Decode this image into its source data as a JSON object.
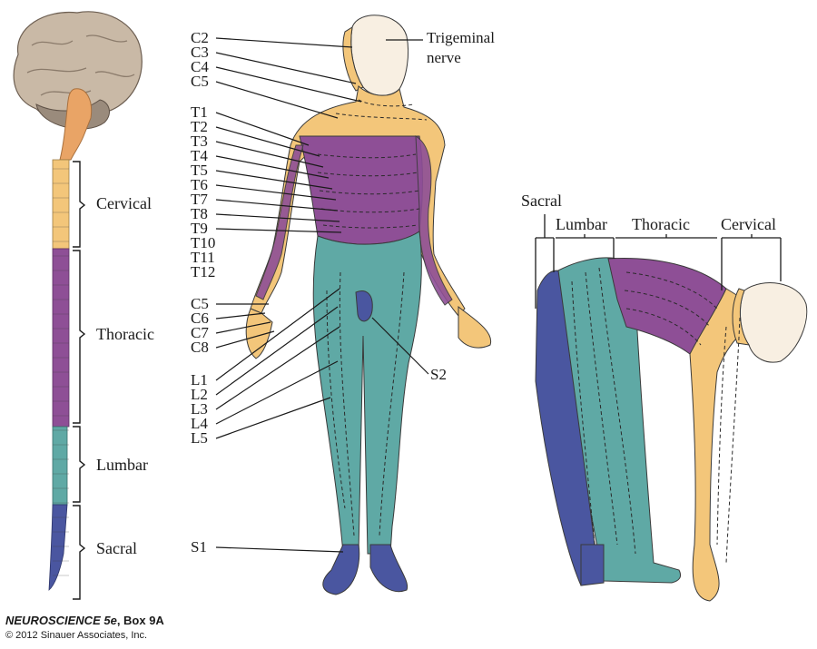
{
  "spine": {
    "regions": [
      "Cervical",
      "Thoracic",
      "Lumbar",
      "Sacral"
    ]
  },
  "front": {
    "trigeminal": [
      "Trigeminal",
      "nerve"
    ],
    "left_labels": [
      "C2",
      "C3",
      "C4",
      "C5",
      "T1",
      "T2",
      "T3",
      "T4",
      "T5",
      "T6",
      "T7",
      "T8",
      "T9",
      "T10",
      "T11",
      "T12",
      "C5",
      "C6",
      "C7",
      "C8",
      "L1",
      "L2",
      "L3",
      "L4",
      "L5",
      "S1"
    ],
    "s2": "S2"
  },
  "side": {
    "regions": [
      "Sacral",
      "Lumbar",
      "Thoracic",
      "Cervical"
    ]
  },
  "credit": {
    "book": "NEUROSCIENCE 5e",
    "box": ", Box 9A",
    "copyright": "© 2012 Sinauer Associates, Inc."
  },
  "colors": {
    "cervical": "#f3c67a",
    "thoracic": "#8e4f96",
    "lumbar": "#5fa9a5",
    "sacral": "#4a56a0",
    "skin": "#f8efe2",
    "brain": "#c9b9a6"
  }
}
